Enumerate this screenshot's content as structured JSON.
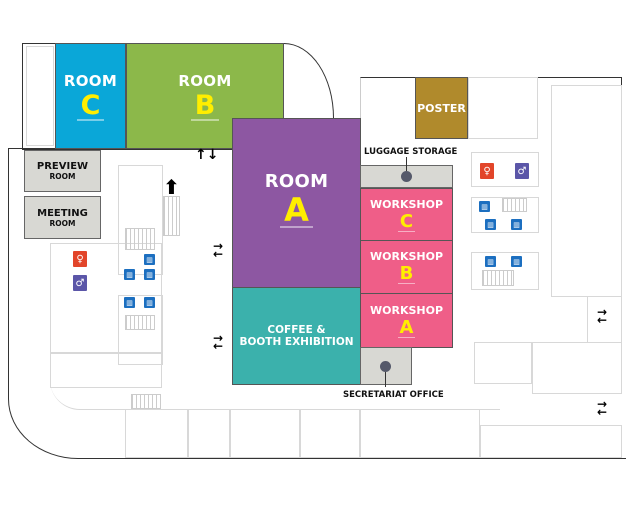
{
  "rooms": {
    "room_c": {
      "name": "ROOM",
      "letter": "C",
      "color": "#0aa7d8"
    },
    "room_b": {
      "name": "ROOM",
      "letter": "B",
      "color": "#8cb84a"
    },
    "room_a": {
      "name": "ROOM",
      "letter": "A",
      "color": "#8d57a2"
    },
    "coffee": {
      "line1": "COFFEE &",
      "line2": "BOOTH EXHIBITION",
      "color": "#3bb1ac"
    },
    "workshop_c": {
      "name": "WORKSHOP",
      "letter": "C"
    },
    "workshop_b": {
      "name": "WORKSHOP",
      "letter": "B"
    },
    "workshop_a": {
      "name": "WORKSHOP",
      "letter": "A"
    },
    "workshop_color": "#ef5e88",
    "poster": {
      "name": "POSTER",
      "color": "#b08a2c"
    },
    "preview": {
      "line1": "PREVIEW",
      "line2": "ROOM"
    },
    "meeting": {
      "line1": "MEETING",
      "line2": "ROOM"
    }
  },
  "labels": {
    "luggage": "LUGGAGE STORAGE",
    "secretariat": "SECRETARIAT OFFICE"
  },
  "icons": {
    "female": "female-restroom-icon",
    "male": "male-restroom-icon",
    "elevator": "elevator-icon",
    "arrow": "entrance-arrow-icon"
  }
}
